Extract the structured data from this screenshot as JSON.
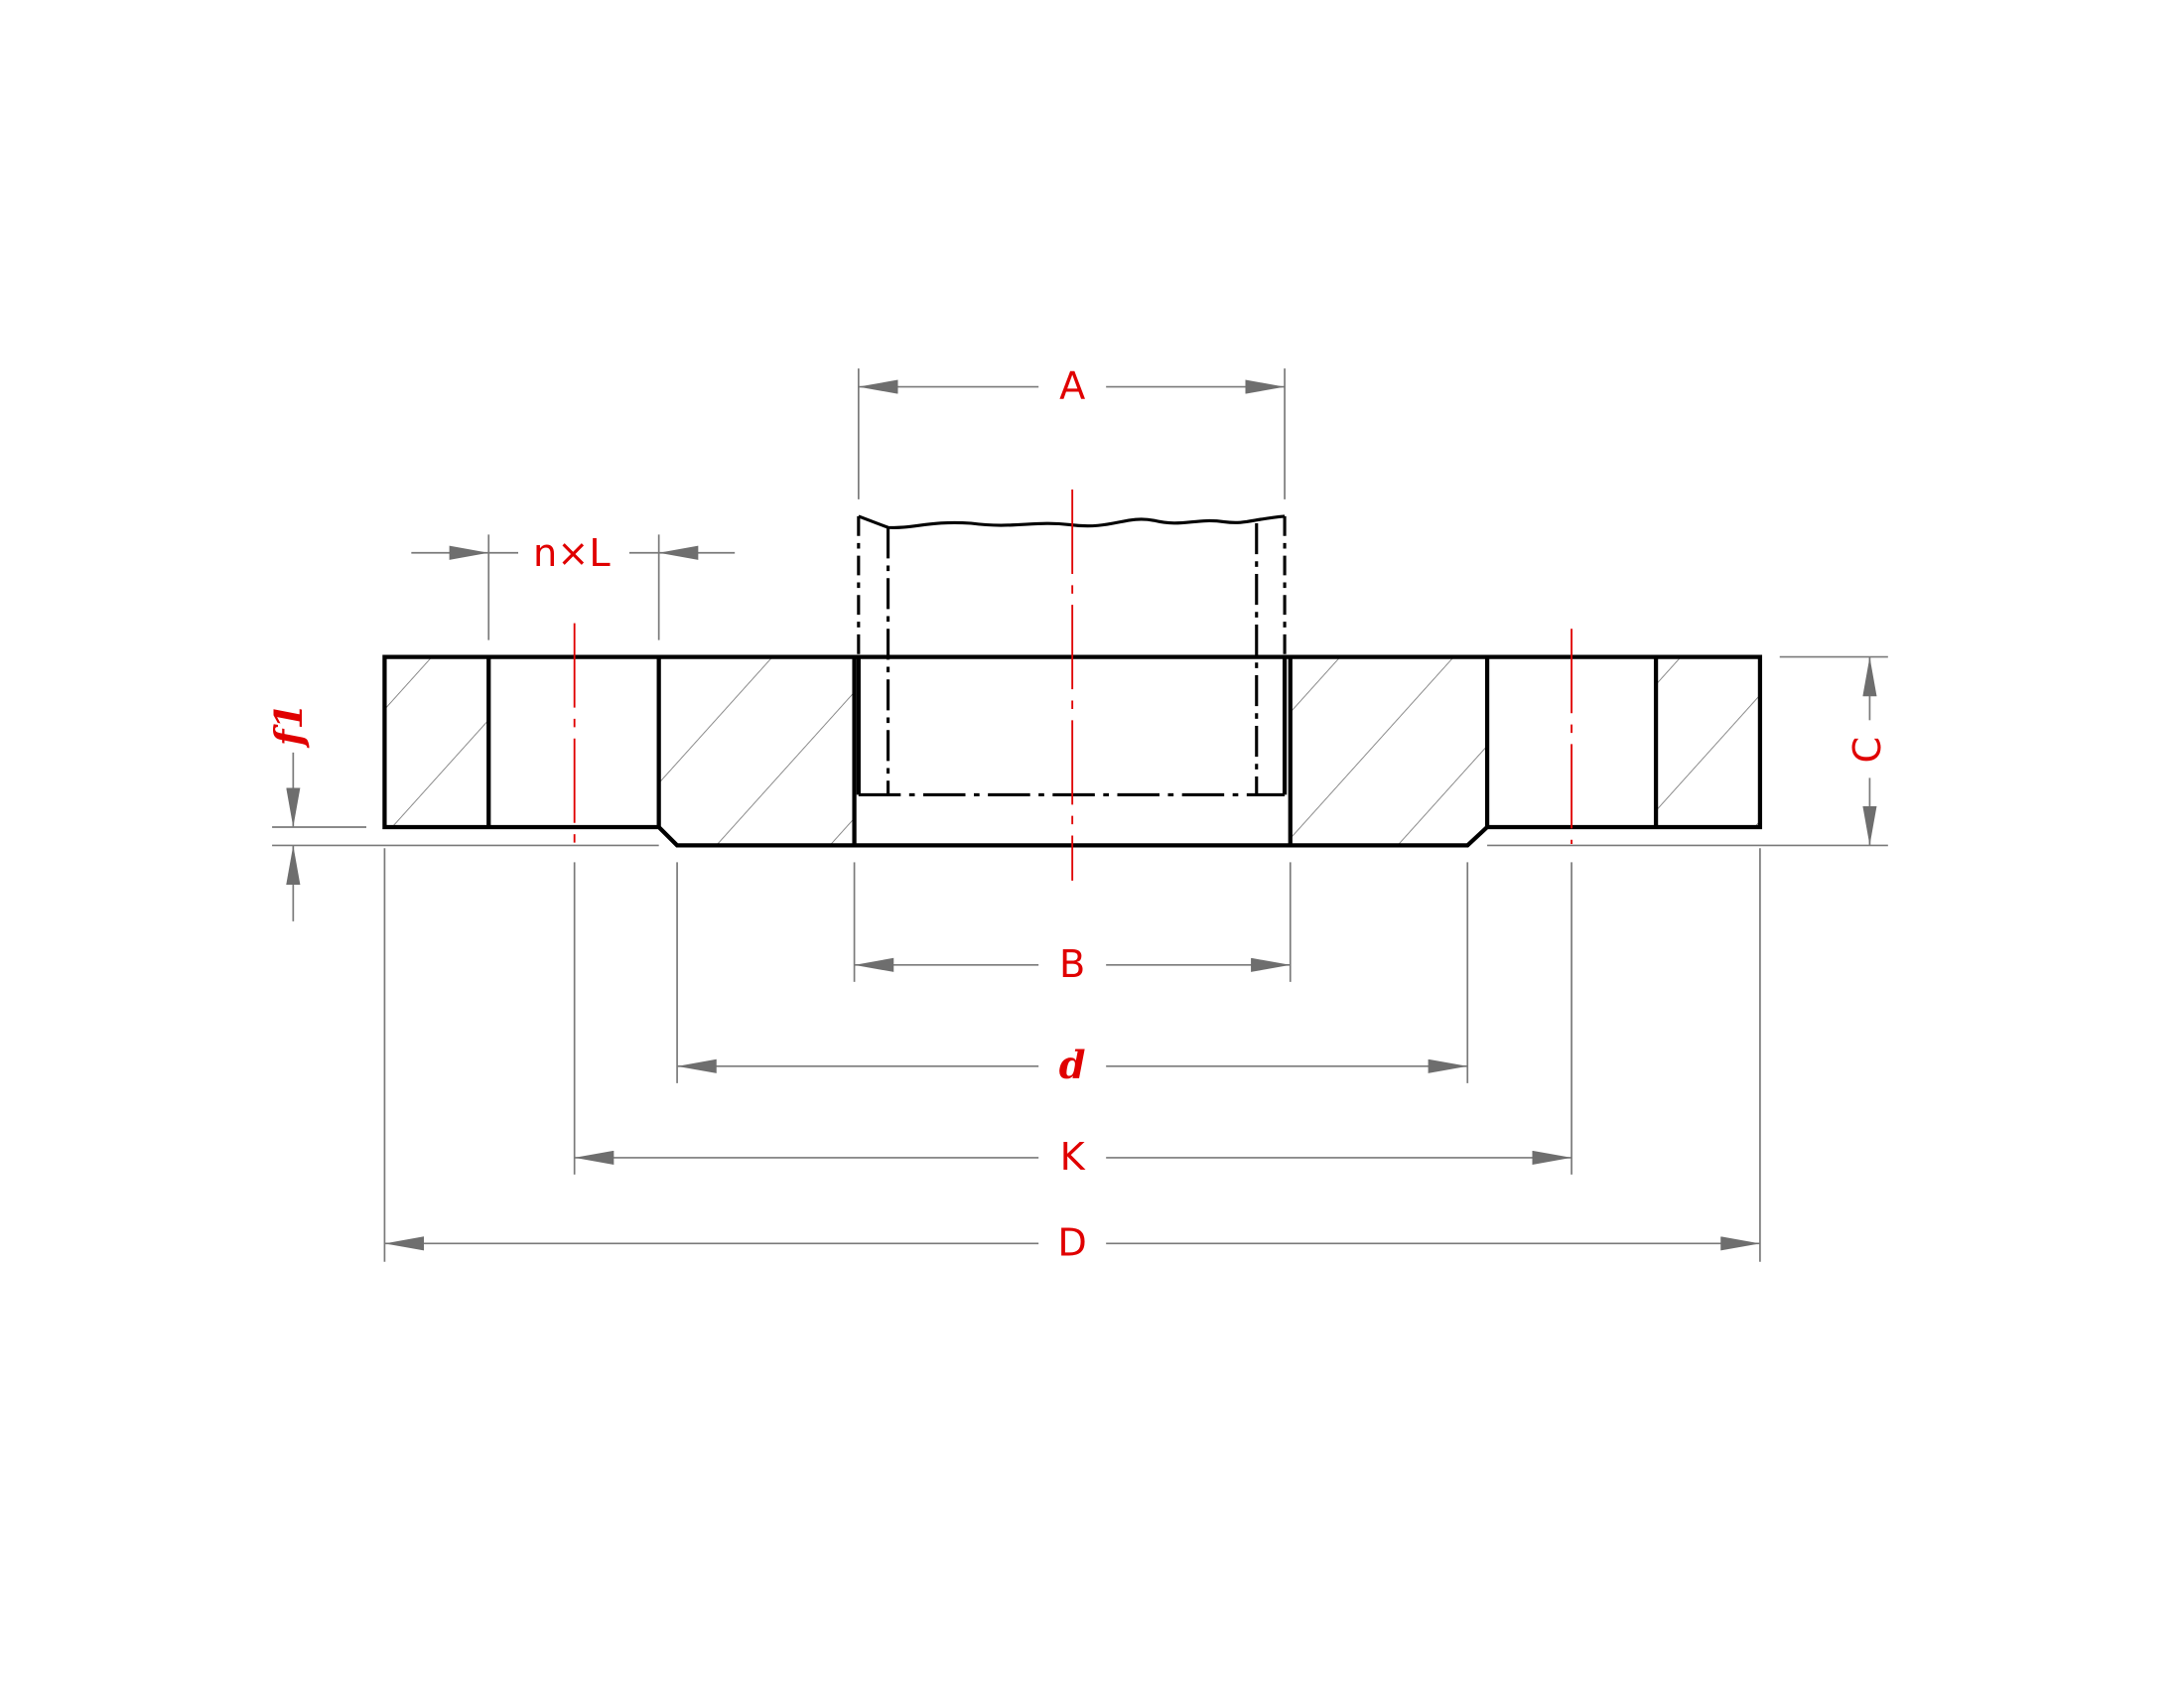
{
  "drawing": {
    "title": "Flange cross-section dimension drawing",
    "labels": {
      "A": "A",
      "nxL": "n×L",
      "B": "B",
      "d": "d",
      "K": "K",
      "D": "D",
      "C": "C",
      "f1": "f1"
    },
    "colors": {
      "outline": "#000000",
      "dimension": "#777777",
      "label": "#e00000",
      "centerline": "#e00000"
    }
  }
}
